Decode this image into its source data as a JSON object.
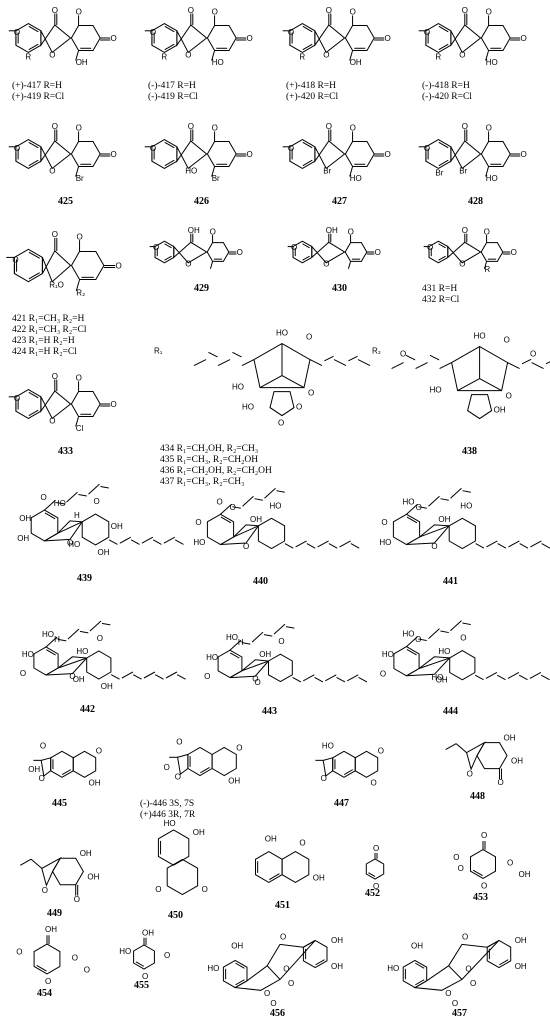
{
  "structures": [
    {
      "id": "s417",
      "captions": [
        "(+)-417 R=H",
        "(+)-419 R=Cl"
      ],
      "atoms": [
        "O",
        "O",
        "O",
        "O",
        "O",
        "OH",
        "R"
      ],
      "kind": "spiroA"
    },
    {
      "id": "s417m",
      "captions": [
        "(-)-417 R=H",
        "(-)-419 R=Cl"
      ],
      "atoms": [
        "O",
        "O",
        "O",
        "O",
        "O",
        "HO",
        "R"
      ],
      "kind": "spiroA"
    },
    {
      "id": "s418",
      "captions": [
        "(+)-418 R=H",
        "(+)-420 R=Cl"
      ],
      "atoms": [
        "O",
        "O",
        "O",
        "O",
        "O",
        "OH",
        "R"
      ],
      "kind": "spiroA"
    },
    {
      "id": "s418m",
      "captions": [
        "(-)-418 R=H",
        "(-)-420 R=Cl"
      ],
      "atoms": [
        "O",
        "O",
        "O",
        "O",
        "O",
        "HO",
        "R"
      ],
      "kind": "spiroA"
    },
    {
      "id": "s425",
      "captions": [
        "425"
      ],
      "atoms": [
        "O",
        "O",
        "O",
        "O",
        "O",
        "Br"
      ],
      "kind": "spiroB"
    },
    {
      "id": "s426",
      "captions": [
        "426"
      ],
      "atoms": [
        "O",
        "O",
        "O",
        "O",
        "HO",
        "Br"
      ],
      "kind": "spiroB"
    },
    {
      "id": "s427",
      "captions": [
        "427"
      ],
      "atoms": [
        "O",
        "O",
        "O",
        "O",
        "Br",
        "HO"
      ],
      "kind": "spiroB"
    },
    {
      "id": "s428",
      "captions": [
        "428"
      ],
      "atoms": [
        "O",
        "O",
        "O",
        "O",
        "Br",
        "HO",
        "Br"
      ],
      "kind": "spiroB"
    },
    {
      "id": "s421",
      "captions": [
        "421 R₁=CH₃  R₂=H",
        "422 R₁=CH₃  R₂=Cl",
        "423 R₁=H       R₂=H",
        "424 R₁=H       R₂=Cl"
      ],
      "atoms": [
        "O",
        "O",
        "O",
        "O",
        "R₁O",
        "R₂"
      ],
      "kind": "spiroB"
    },
    {
      "id": "s429",
      "captions": [
        "429"
      ],
      "atoms": [
        "O",
        "O",
        "OH",
        "O",
        "O"
      ],
      "kind": "spiroB"
    },
    {
      "id": "s430",
      "captions": [
        "430"
      ],
      "atoms": [
        "O",
        "O",
        "OH",
        "O",
        "O"
      ],
      "kind": "spiroB"
    },
    {
      "id": "s431",
      "captions": [
        "431 R=H",
        "432 R=Cl"
      ],
      "atoms": [
        "O",
        "O",
        "O",
        "O",
        "O",
        "R"
      ],
      "kind": "spiroB"
    },
    {
      "id": "s433",
      "captions": [
        "433"
      ],
      "atoms": [
        "O",
        "O",
        "O",
        "O",
        "O",
        "Cl"
      ],
      "kind": "spiroB"
    },
    {
      "id": "s434",
      "captions": [
        "434 R₁=CH₂OH, R₂=CH₃",
        "435 R₁=CH₃, R₂=CH₂OH",
        "436 R₁=CH₂OH, R₂=CH₂OH",
        "437 R₁=CH₃, R₂=CH₃"
      ],
      "atoms": [
        "R₁",
        "R₂",
        "HO",
        "HO",
        "O",
        "O",
        "O",
        "O",
        "HO"
      ],
      "kind": "cage"
    },
    {
      "id": "s438",
      "captions": [
        "438"
      ],
      "atoms": [
        "O",
        "O",
        "HO",
        "HO",
        "O",
        "O",
        "OH"
      ],
      "kind": "cage"
    },
    {
      "id": "s439",
      "captions": [
        "439"
      ],
      "atoms": [
        "O",
        "OH",
        "OH",
        "HO",
        "O",
        "O",
        "H",
        "HO",
        "OH",
        "OH"
      ],
      "kind": "bis"
    },
    {
      "id": "s440",
      "captions": [
        "440"
      ],
      "atoms": [
        "O",
        "O",
        "HO",
        "O",
        "O",
        "HO",
        "OH"
      ],
      "kind": "bis"
    },
    {
      "id": "s441",
      "captions": [
        "441"
      ],
      "atoms": [
        "HO",
        "O",
        "HO",
        "O",
        "O",
        "HO",
        "OH"
      ],
      "kind": "bis"
    },
    {
      "id": "s442",
      "captions": [
        "442"
      ],
      "atoms": [
        "HO",
        "HO",
        "O",
        "H",
        "O",
        "O",
        "HO",
        "OH",
        "OH"
      ],
      "kind": "bis"
    },
    {
      "id": "s443",
      "captions": [
        "443"
      ],
      "atoms": [
        "HO",
        "HO",
        "O",
        "H",
        "O",
        "O",
        "OH",
        "O"
      ],
      "kind": "bis"
    },
    {
      "id": "s444",
      "captions": [
        "444"
      ],
      "atoms": [
        "HO",
        "HO",
        "O",
        "O",
        "HO",
        "O",
        "HO",
        "OH"
      ],
      "kind": "bis"
    },
    {
      "id": "s445",
      "captions": [
        "445"
      ],
      "atoms": [
        "O",
        "O",
        "O",
        "OH",
        "OH"
      ],
      "kind": "iso"
    },
    {
      "id": "s446",
      "captions": [
        "(-)-446  3S, 7S",
        "(+)446  3R, 7R"
      ],
      "atoms": [
        "O",
        "O",
        "O",
        "OH",
        "O"
      ],
      "kind": "iso"
    },
    {
      "id": "s447",
      "captions": [
        "447"
      ],
      "atoms": [
        "HO",
        "O",
        "O",
        "O"
      ],
      "kind": "iso"
    },
    {
      "id": "s448",
      "captions": [
        "448"
      ],
      "atoms": [
        "O",
        "OH",
        "OH",
        "O"
      ],
      "kind": "furan"
    },
    {
      "id": "s449",
      "captions": [
        "449"
      ],
      "atoms": [
        "O",
        "OH",
        "OH",
        "O"
      ],
      "kind": "furan"
    },
    {
      "id": "s450",
      "captions": [
        "450"
      ],
      "atoms": [
        "HO",
        "OH",
        "O",
        "O"
      ],
      "kind": "spiroC"
    },
    {
      "id": "s451",
      "captions": [
        "451"
      ],
      "atoms": [
        "OH",
        "O",
        "OH"
      ],
      "kind": "naph"
    },
    {
      "id": "s452",
      "captions": [
        "452"
      ],
      "atoms": [
        "O",
        "O"
      ],
      "kind": "pyran"
    },
    {
      "id": "s453",
      "captions": [
        "453"
      ],
      "atoms": [
        "O",
        "O",
        "O",
        "O",
        "OH",
        "O"
      ],
      "kind": "pyran"
    },
    {
      "id": "s454",
      "captions": [
        "454"
      ],
      "atoms": [
        "O",
        "OH",
        "O",
        "O",
        "O"
      ],
      "kind": "pyran"
    },
    {
      "id": "s455",
      "captions": [
        "455"
      ],
      "atoms": [
        "O",
        "OH",
        "HO",
        "O"
      ],
      "kind": "pyran"
    },
    {
      "id": "s456",
      "captions": [
        "456"
      ],
      "atoms": [
        "OH",
        "OH",
        "HO",
        "O",
        "O",
        "O",
        "OH",
        "O",
        "O"
      ],
      "kind": "spiroD"
    },
    {
      "id": "s457",
      "captions": [
        "457"
      ],
      "atoms": [
        "OH",
        "OH",
        "HO",
        "O",
        "O",
        "O",
        "OH",
        "O",
        "O"
      ],
      "kind": "spiroD"
    }
  ]
}
